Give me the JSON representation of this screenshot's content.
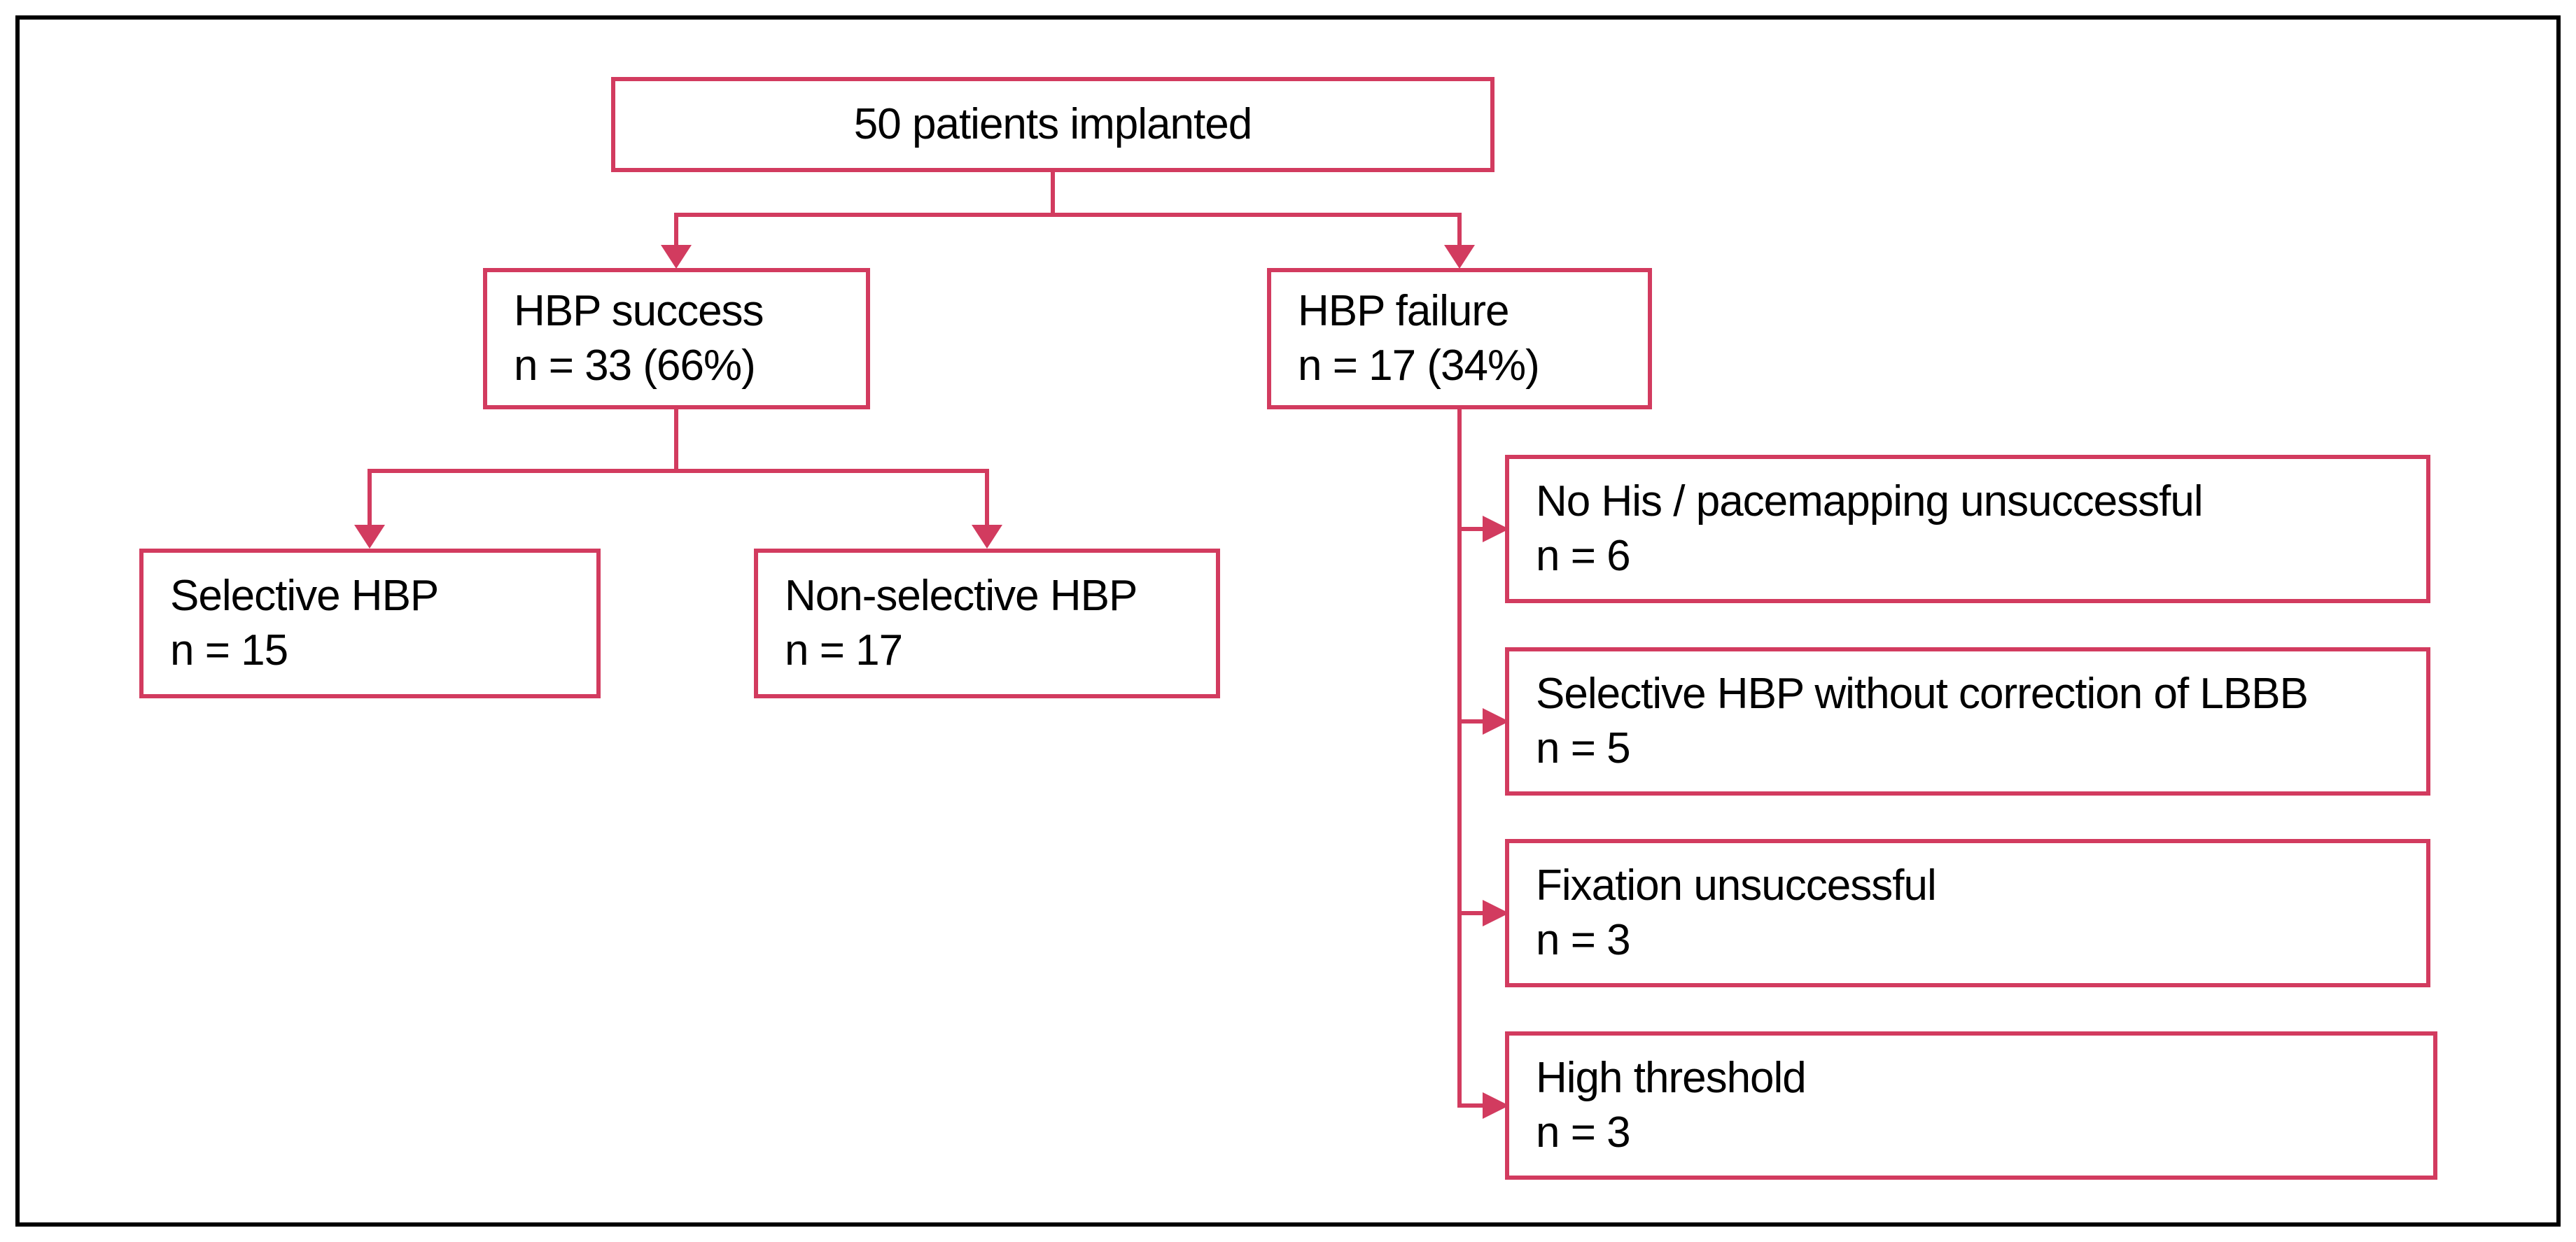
{
  "figure": {
    "type": "patient-flowchart",
    "accent_color": "#d23b5f",
    "frame_color": "#000000",
    "text_color": "#000000",
    "nodes": {
      "root": {
        "label": "50 patients implanted"
      },
      "success": {
        "title": "HBP success",
        "count": "n = 33 (66%)"
      },
      "failure": {
        "title": "HBP failure",
        "count": "n = 17 (34%)"
      },
      "selective": {
        "title": "Selective HBP",
        "count": "n = 15"
      },
      "nonselective": {
        "title": "Non-selective HBP",
        "count": "n = 17"
      },
      "failure_reasons": [
        {
          "title": "No His / pacemapping unsuccessful",
          "count": "n = 6"
        },
        {
          "title": "Selective HBP without correction of LBBB",
          "count": "n = 5"
        },
        {
          "title": "Fixation unsuccessful",
          "count": "n = 3"
        },
        {
          "title": "High threshold",
          "count": "n = 3"
        }
      ]
    }
  }
}
